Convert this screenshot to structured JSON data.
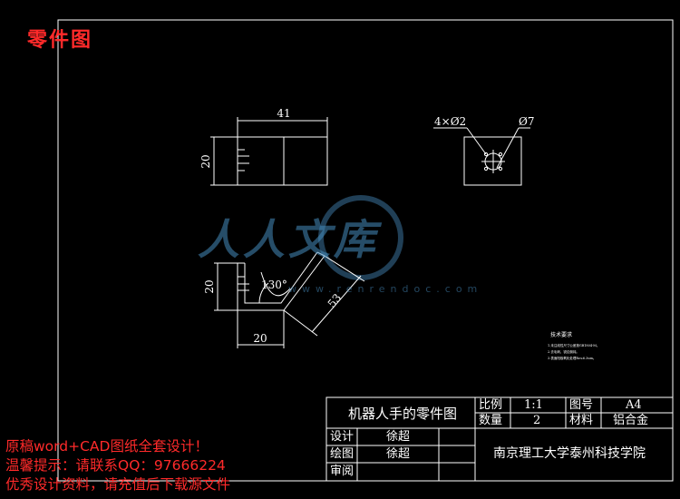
{
  "title": "零件图",
  "watermark": {
    "text": "人人文库",
    "url": "www.renrendoc.com"
  },
  "views": {
    "top_width": "41",
    "top_height": "20",
    "right_holes": "4×Ø2",
    "right_bore": "Ø7",
    "bent_height": "20",
    "bent_angle": "130°",
    "bent_length": "53",
    "bent_base": "20"
  },
  "tech_notes": {
    "heading": "技术要求",
    "lines": [
      "1.未注线性尺寸公差按GB1804-M。",
      "2.去毛刺，锐边倒钝。",
      "3.表面阳极氧化处理Rz≤6.3um。"
    ]
  },
  "title_block": {
    "part_name": "机器人手的零件图",
    "scale_label": "比例",
    "scale_value": "1:1",
    "drawing_no_label": "图号",
    "drawing_no_value": "A4",
    "qty_label": "数量",
    "qty_value": "2",
    "material_label": "材料",
    "material_value": "铝合金",
    "design_label": "设计",
    "designer": "徐超",
    "draw_label": "绘图",
    "drafter": "徐超",
    "review_label": "审阅",
    "school": "南京理工大学泰州科技学院"
  },
  "promo": [
    "原稿word+CAD图纸全套设计！",
    "温馨提示：请联系QQ：97666224",
    "优秀设计资料，请充值后下载源文件"
  ]
}
